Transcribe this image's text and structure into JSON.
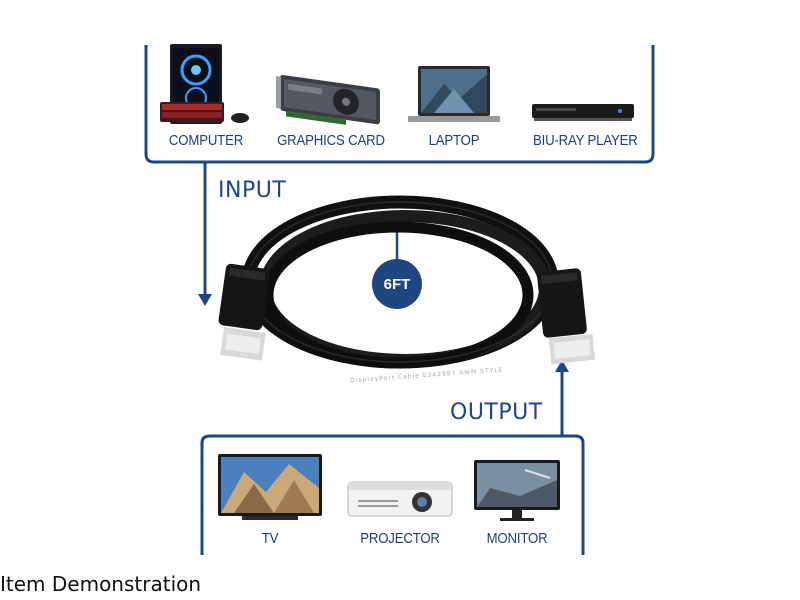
{
  "input_group": {
    "arrow_label": "INPUT",
    "devices": [
      {
        "label": "COMPUTER",
        "icon": "computer-tower-icon"
      },
      {
        "label": "GRAPHICS CARD",
        "icon": "graphics-card-icon"
      },
      {
        "label": "LAPTOP",
        "icon": "laptop-icon"
      },
      {
        "label": "BIU-RAY PLAYER",
        "icon": "bluray-player-icon"
      }
    ]
  },
  "output_group": {
    "arrow_label": "OUTPUT",
    "devices": [
      {
        "label": "TV",
        "icon": "tv-icon"
      },
      {
        "label": "PROJECTOR",
        "icon": "projector-icon"
      },
      {
        "label": "MONITOR",
        "icon": "monitor-icon"
      }
    ]
  },
  "cable": {
    "length_badge": "6FT",
    "print": "DisplayPort Cable E342987 AWM STYLE"
  },
  "caption": "Item Demonstration",
  "colors": {
    "accent": "#1f4680",
    "label": "#1f3f72",
    "cable": "#111111"
  }
}
